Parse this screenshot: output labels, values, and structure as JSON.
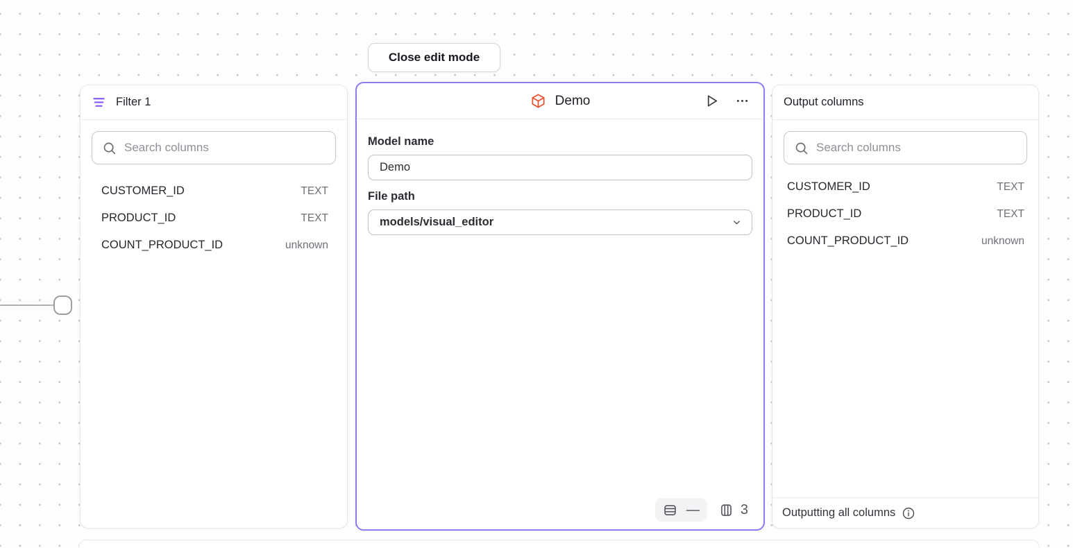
{
  "canvas": {
    "close_edit_mode_label": "Close edit mode"
  },
  "colors": {
    "selected_node_border": "#8b7bf4",
    "filter_icon_purple": "#8b5cf6",
    "model_cube_orange": "#e8502e"
  },
  "filter_panel": {
    "title": "Filter 1",
    "search_placeholder": "Search columns",
    "columns": [
      {
        "name": "CUSTOMER_ID",
        "type": "TEXT"
      },
      {
        "name": "PRODUCT_ID",
        "type": "TEXT"
      },
      {
        "name": "COUNT_PRODUCT_ID",
        "type": "unknown"
      }
    ]
  },
  "model_panel": {
    "title": "Demo",
    "model_name_label": "Model name",
    "model_name_value": "Demo",
    "file_path_label": "File path",
    "file_path_value": "models/visual_editor",
    "footer": {
      "rows_value": "—",
      "columns_value": "3"
    }
  },
  "output_panel": {
    "title": "Output columns",
    "search_placeholder": "Search columns",
    "columns": [
      {
        "name": "CUSTOMER_ID",
        "type": "TEXT"
      },
      {
        "name": "PRODUCT_ID",
        "type": "TEXT"
      },
      {
        "name": "COUNT_PRODUCT_ID",
        "type": "unknown"
      }
    ],
    "footer_text": "Outputting all columns"
  }
}
